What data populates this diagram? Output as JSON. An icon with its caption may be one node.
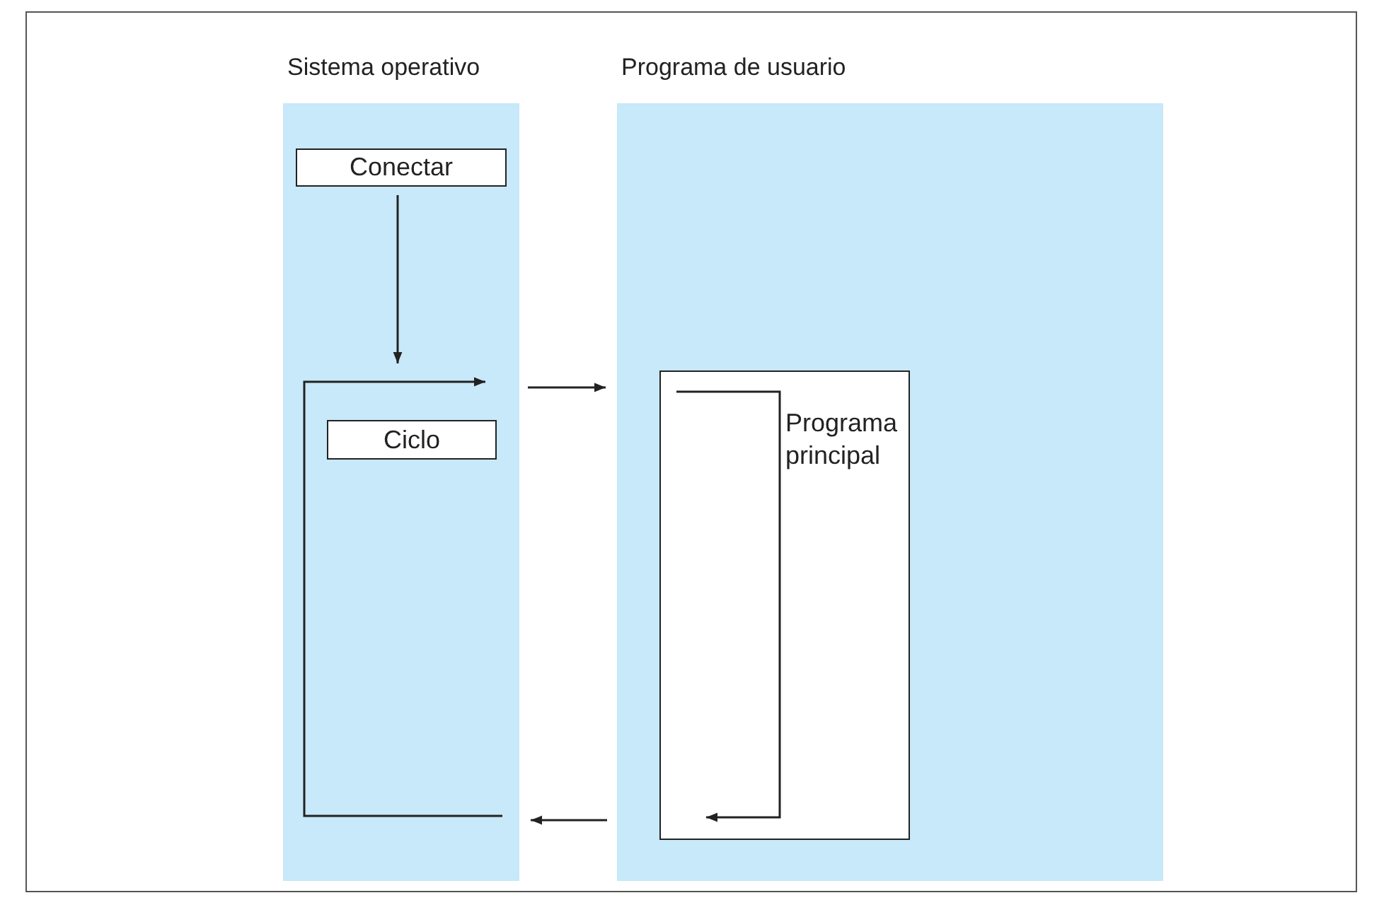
{
  "diagram": {
    "nodes": [
      {
        "text": [
          "Sistema operativo"
        ]
      },
      {
        "text": [
          "Conectar"
        ],
        "in": 0
      },
      {
        "text": [
          "Ciclo"
        ],
        "in": 0
      },
      {
        "text": [
          "Programa de usuario"
        ]
      },
      {
        "text": [
          "Programa principal"
        ],
        "in": 3
      }
    ],
    "edges": [
      {
        "from": 1,
        "to": null,
        "arrow": "to"
      },
      {
        "from": 0,
        "to": 3,
        "arrow": "to"
      },
      {
        "from": 3,
        "to": 0,
        "arrow": "to"
      }
    ]
  }
}
